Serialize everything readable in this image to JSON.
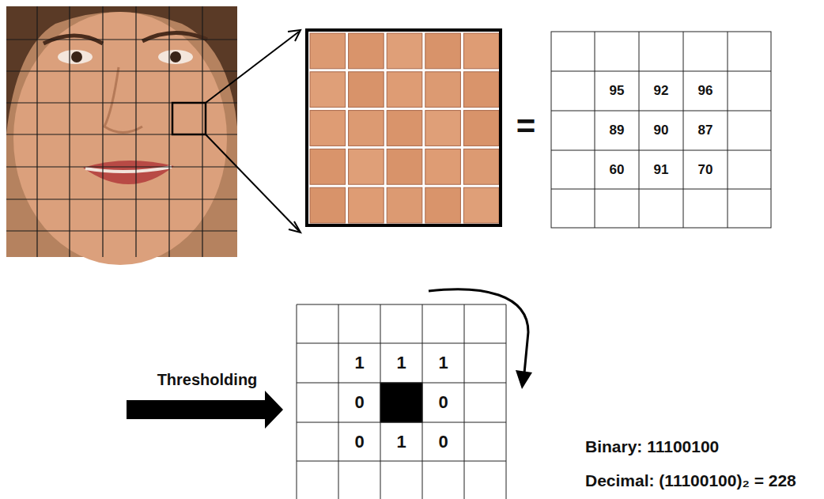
{
  "diagram": {
    "labels": [
      "=",
      "95",
      "92",
      "96",
      "89",
      "90",
      "87",
      "60",
      "91",
      "70",
      "Thresholding",
      "1",
      "1",
      "1",
      "0",
      "0",
      "0",
      "1",
      "0",
      "Binary: 11100100",
      "Decimal: (11100100)₂ = 228"
    ]
  }
}
